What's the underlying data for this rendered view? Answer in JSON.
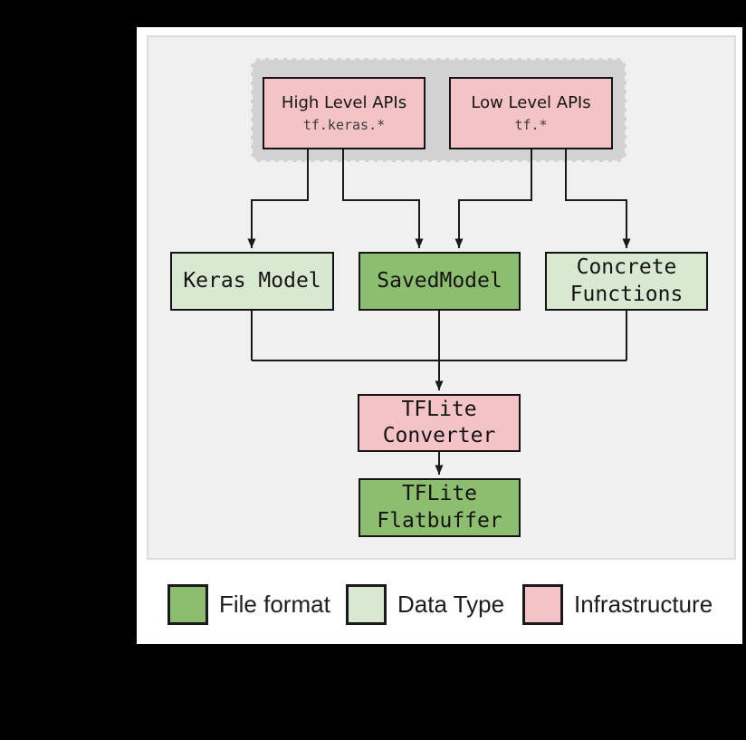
{
  "figure": {
    "apis_group": {
      "high_level": {
        "title": "High Level APIs",
        "code": "tf.keras.*"
      },
      "low_level": {
        "title": "Low Level APIs",
        "code": "tf.*"
      }
    },
    "nodes": {
      "keras_model": {
        "label": "Keras Model",
        "type": "Data Type"
      },
      "saved_model": {
        "label": "SavedModel",
        "type": "File format"
      },
      "concrete_functions": {
        "label": "Concrete\nFunctions",
        "type": "Data Type"
      },
      "tflite_converter": {
        "label": "TFLite\nConverter",
        "type": "Infrastructure"
      },
      "tflite_flatbuffer": {
        "label": "TFLite\nFlatbuffer",
        "type": "File format"
      }
    },
    "legend": {
      "items": [
        {
          "label": "File format",
          "color": "#8dbe70"
        },
        {
          "label": "Data Type",
          "color": "#d9e9d1"
        },
        {
          "label": "Infrastructure",
          "color": "#f4c3c5"
        }
      ]
    },
    "colors": {
      "file_format": "#8dbe70",
      "data_type": "#d9e9d1",
      "infrastructure": "#f4c3c5",
      "panel_bg": "#f0f0f0",
      "group_bg": "#d2d2d2",
      "line": "#1a1a1a"
    }
  }
}
